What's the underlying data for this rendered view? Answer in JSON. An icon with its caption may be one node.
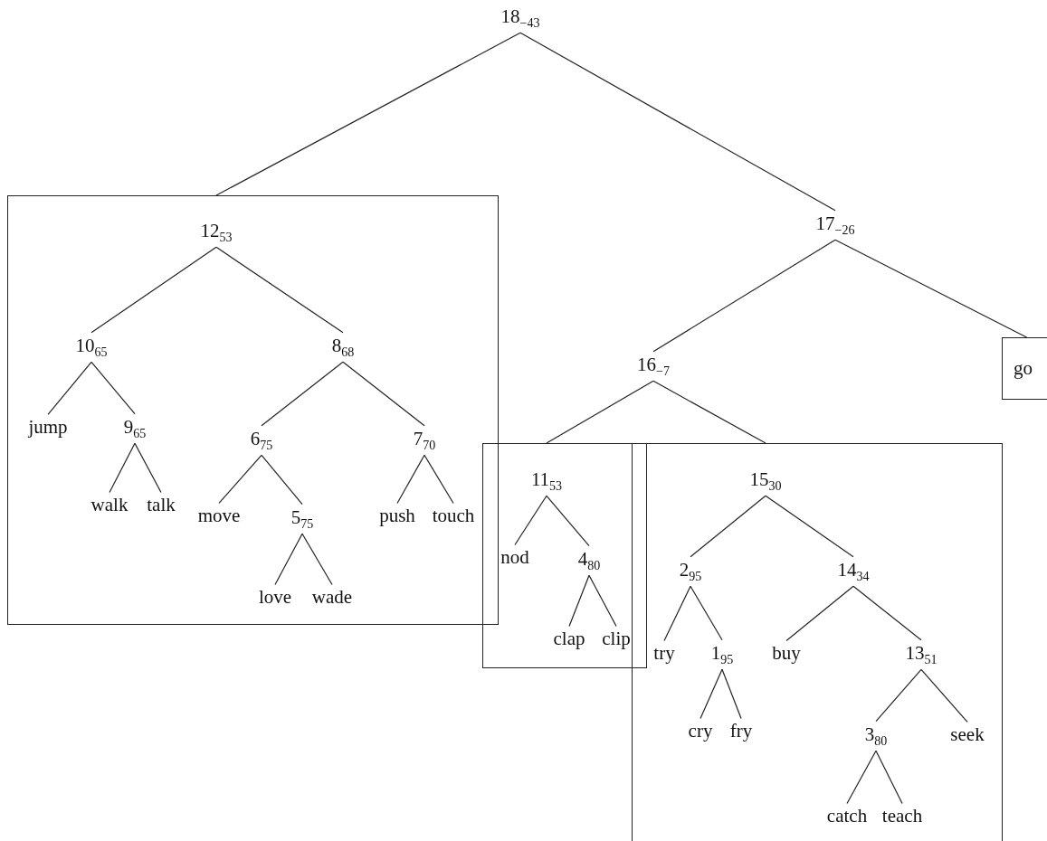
{
  "diagram": {
    "nodes": [
      {
        "text": [
          "18$_{−43}$"
        ]
      },
      {
        "text": [],
        "shape": "box"
      },
      {
        "text": [
          "12$_{53}$"
        ],
        "in": 1
      },
      {
        "text": [
          "10$_{65}$"
        ],
        "in": 1
      },
      {
        "text": [
          "8$_{68}$"
        ],
        "in": 1
      },
      {
        "text": [
          "jump"
        ],
        "in": 1
      },
      {
        "text": [
          "9$_{65}$"
        ],
        "in": 1
      },
      {
        "text": [
          "6$_{75}$"
        ],
        "in": 1
      },
      {
        "text": [
          "7$_{70}$"
        ],
        "in": 1
      },
      {
        "text": [
          "walk"
        ],
        "in": 1
      },
      {
        "text": [
          "talk"
        ],
        "in": 1
      },
      {
        "text": [
          "move"
        ],
        "in": 1
      },
      {
        "text": [
          "5$_{75}$"
        ],
        "in": 1
      },
      {
        "text": [
          "push"
        ],
        "in": 1
      },
      {
        "text": [
          "touch"
        ],
        "in": 1
      },
      {
        "text": [
          "love"
        ],
        "in": 1
      },
      {
        "text": [
          "wade"
        ],
        "in": 1
      },
      {
        "text": [
          "17$_{−26}$"
        ]
      },
      {
        "text": [
          "16$_{−7}$"
        ]
      },
      {
        "text": [
          "go"
        ]
      },
      {
        "text": [],
        "shape": "box"
      },
      {
        "text": [],
        "shape": "box"
      },
      {
        "text": [
          "11$_{53}$"
        ],
        "in": 20
      },
      {
        "text": [
          "nod"
        ],
        "in": 20
      },
      {
        "text": [
          "4$_{80}$"
        ],
        "in": 20
      },
      {
        "text": [
          "clap"
        ],
        "in": 20
      },
      {
        "text": [
          "clip"
        ],
        "in": 20
      },
      {
        "text": [
          "15$_{30}$"
        ],
        "in": 21
      },
      {
        "text": [
          "2$_{95}$"
        ],
        "in": 21
      },
      {
        "text": [
          "14$_{34}$"
        ],
        "in": 21
      },
      {
        "text": [
          "try"
        ],
        "in": 21
      },
      {
        "text": [
          "1$_{95}$"
        ],
        "in": 21
      },
      {
        "text": [
          "buy"
        ],
        "in": 21
      },
      {
        "text": [
          "13$_{51}$"
        ],
        "in": 21
      },
      {
        "text": [
          "cry"
        ],
        "in": 21
      },
      {
        "text": [
          "fry"
        ],
        "in": 21
      },
      {
        "text": [
          "3$_{80}$"
        ],
        "in": 21
      },
      {
        "text": [
          "seek"
        ],
        "in": 21
      },
      {
        "text": [
          "catch"
        ],
        "in": 21
      },
      {
        "text": [
          "teach"
        ],
        "in": 21
      }
    ],
    "edges": [
      {
        "from": 0,
        "to": 1,
        "arrow": "none"
      },
      {
        "from": 0,
        "to": 17,
        "arrow": "none"
      },
      {
        "from": 2,
        "to": 3,
        "arrow": "none"
      },
      {
        "from": 2,
        "to": 4,
        "arrow": "none"
      },
      {
        "from": 3,
        "to": 5,
        "arrow": "none"
      },
      {
        "from": 3,
        "to": 6,
        "arrow": "none"
      },
      {
        "from": 4,
        "to": 7,
        "arrow": "none"
      },
      {
        "from": 4,
        "to": 8,
        "arrow": "none"
      },
      {
        "from": 6,
        "to": 9,
        "arrow": "none"
      },
      {
        "from": 6,
        "to": 10,
        "arrow": "none"
      },
      {
        "from": 7,
        "to": 11,
        "arrow": "none"
      },
      {
        "from": 7,
        "to": 12,
        "arrow": "none"
      },
      {
        "from": 8,
        "to": 13,
        "arrow": "none"
      },
      {
        "from": 8,
        "to": 14,
        "arrow": "none"
      },
      {
        "from": 12,
        "to": 15,
        "arrow": "none"
      },
      {
        "from": 12,
        "to": 16,
        "arrow": "none"
      },
      {
        "from": 17,
        "to": 18,
        "arrow": "none"
      },
      {
        "from": 17,
        "to": 19,
        "arrow": "none"
      },
      {
        "from": 18,
        "to": 20,
        "arrow": "none"
      },
      {
        "from": 18,
        "to": 21,
        "arrow": "none"
      },
      {
        "from": 22,
        "to": 23,
        "arrow": "none"
      },
      {
        "from": 22,
        "to": 24,
        "arrow": "none"
      },
      {
        "from": 24,
        "to": 25,
        "arrow": "none"
      },
      {
        "from": 24,
        "to": 26,
        "arrow": "none"
      },
      {
        "from": 27,
        "to": 28,
        "arrow": "none"
      },
      {
        "from": 27,
        "to": 29,
        "arrow": "none"
      },
      {
        "from": 28,
        "to": 30,
        "arrow": "none"
      },
      {
        "from": 28,
        "to": 31,
        "arrow": "none"
      },
      {
        "from": 29,
        "to": 32,
        "arrow": "none"
      },
      {
        "from": 29,
        "to": 33,
        "arrow": "none"
      },
      {
        "from": 31,
        "to": 34,
        "arrow": "none"
      },
      {
        "from": 31,
        "to": 35,
        "arrow": "none"
      },
      {
        "from": 33,
        "to": 36,
        "arrow": "none"
      },
      {
        "from": 33,
        "to": 37,
        "arrow": "none"
      },
      {
        "from": 36,
        "to": 38,
        "arrow": "none"
      },
      {
        "from": 36,
        "to": 39,
        "arrow": "none"
      }
    ]
  }
}
